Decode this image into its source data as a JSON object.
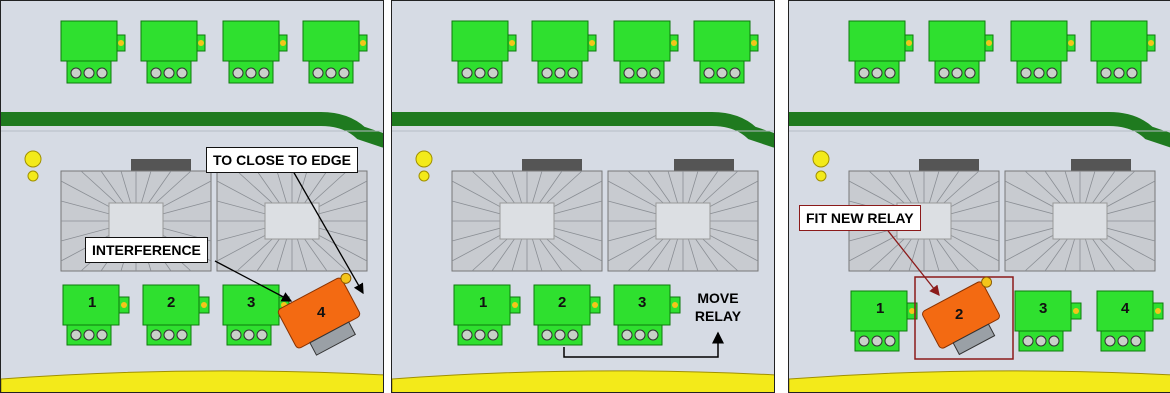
{
  "panels": [
    {
      "relays": [
        "1",
        "2",
        "3",
        "4"
      ],
      "callouts": {
        "edge": "TO CLOSE TO EDGE",
        "interference": "INTERFERENCE"
      }
    },
    {
      "relays": [
        "1",
        "2",
        "3"
      ],
      "move_label_line1": "MOVE",
      "move_label_line2": "RELAY"
    },
    {
      "relays": [
        "1",
        "2",
        "3",
        "4"
      ],
      "callouts": {
        "fit": "FIT NEW RELAY"
      }
    }
  ],
  "colors": {
    "panel_bg": "#d6dbe4",
    "relay_green": "#2fe02f",
    "relay_orange": "#f36a12",
    "cable_green": "#1f7a1f",
    "cable_yellow": "#f3ea1a",
    "heatsink": "#c8cbd0",
    "callout_red": "#8b1a1a"
  },
  "icons": [
    "relay-icon",
    "heatsink-icon",
    "arrow-icon"
  ]
}
